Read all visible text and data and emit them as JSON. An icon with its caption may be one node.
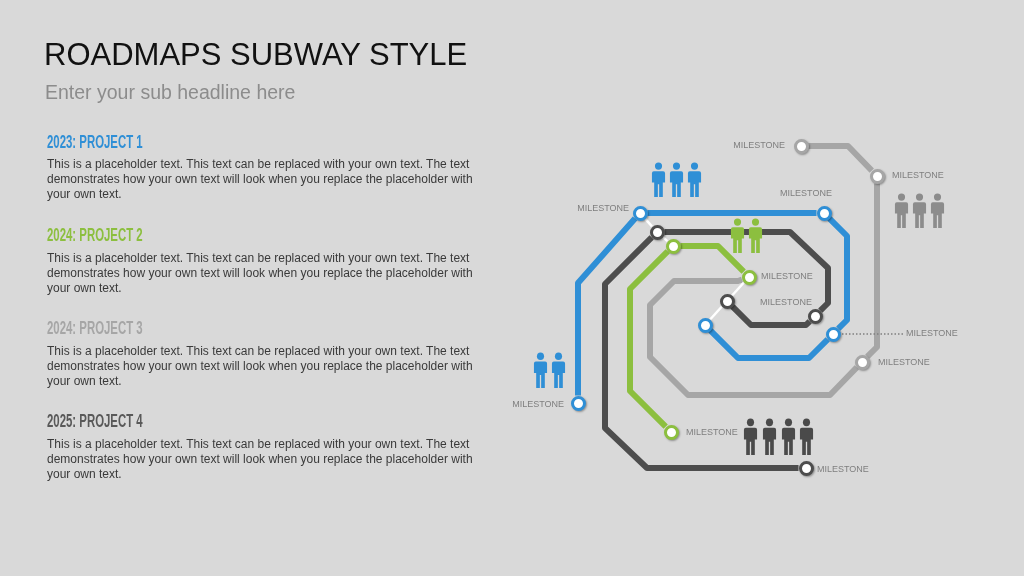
{
  "diagram": {
    "title": "ROADMAPS SUBWAY STYLE",
    "nodes": [
      {
        "text": [],
        "shape": "circle",
        "beside": [
          "MILESTONE"
        ]
      },
      {
        "text": [],
        "shape": "circle",
        "beside": [
          "MILESTONE"
        ]
      },
      {
        "text": [],
        "shape": "circle",
        "beside": [
          "MILESTONE"
        ]
      },
      {
        "text": [],
        "shape": "circle",
        "beside": [
          "MILESTONE"
        ]
      },
      {
        "text": [],
        "shape": "circle"
      },
      {
        "text": [],
        "shape": "circle"
      },
      {
        "text": [],
        "shape": "circle",
        "beside": [
          "MILESTONE"
        ]
      },
      {
        "text": [],
        "shape": "circle"
      },
      {
        "text": [],
        "shape": "circle",
        "beside": [
          "MILESTONE"
        ]
      },
      {
        "text": [],
        "shape": "circle"
      },
      {
        "text": [],
        "shape": "circle"
      },
      {
        "text": [
          "MILESTONE"
        ]
      },
      {
        "text": [],
        "shape": "circle",
        "beside": [
          "MILESTONE"
        ]
      },
      {
        "text": [],
        "shape": "circle",
        "beside": [
          "MILESTONE"
        ]
      },
      {
        "text": [],
        "shape": "circle",
        "beside": [
          "MILESTONE"
        ]
      },
      {
        "text": [],
        "shape": "circle",
        "beside": [
          "MILESTONE"
        ]
      }
    ],
    "edges": [
      {
        "from": 13,
        "to": 3,
        "arrow": "none",
        "color": "#2f8fd6"
      },
      {
        "from": 3,
        "to": 2,
        "arrow": "none",
        "color": "#2f8fd6"
      },
      {
        "from": 2,
        "to": 10,
        "arrow": "none",
        "color": "#2f8fd6"
      },
      {
        "from": 10,
        "to": 9,
        "arrow": "none",
        "color": "#2f8fd6"
      },
      {
        "from": 15,
        "to": 4,
        "arrow": "none",
        "color": "#4d4d4d"
      },
      {
        "from": 4,
        "to": 8,
        "arrow": "none",
        "color": "#4d4d4d"
      },
      {
        "from": 8,
        "to": 7,
        "arrow": "none",
        "color": "#4d4d4d"
      },
      {
        "from": 14,
        "to": 5,
        "arrow": "none",
        "color": "#8cbf3f"
      },
      {
        "from": 5,
        "to": 6,
        "arrow": "none",
        "color": "#8cbf3f"
      },
      {
        "from": 0,
        "to": 1,
        "arrow": "none",
        "color": "#a6a6a6"
      },
      {
        "from": 1,
        "to": 12,
        "arrow": "none",
        "color": "#a6a6a6"
      },
      {
        "from": 12,
        "to": 6,
        "arrow": "none",
        "color": "#a6a6a6"
      },
      {
        "from": 3,
        "to": 4,
        "arrow": "none",
        "color": "#ffffff"
      },
      {
        "from": 4,
        "to": 5,
        "arrow": "none",
        "color": "#ffffff"
      },
      {
        "from": 6,
        "to": 7,
        "arrow": "none",
        "color": "#ffffff"
      },
      {
        "from": 7,
        "to": 9,
        "arrow": "none",
        "color": "#ffffff"
      },
      {
        "from": 11,
        "to": 10,
        "arrow": "none",
        "style": "dashed",
        "color": "#7f7f7f"
      }
    ],
    "labels": [
      "Enter your sub headline here",
      "2023: PROJECT 1",
      "This is a placeholder text. This text can be replaced with your own text. The text demonstrates how your own text will look when you replace the placeholder with your own text.",
      "2024: PROJECT 2",
      "This is a placeholder text. This text can be replaced with your own text. The text demonstrates how your own text will look when you replace the placeholder with your own text.",
      "2024: PROJECT 3",
      "This is a placeholder text. This text can be replaced with your own text. The text demonstrates how your own text will look when you replace the placeholder with your own text.",
      "2025: PROJECT 4",
      "This is a placeholder text. This text can be replaced with your own text. The text demonstrates how your own text will look when you replace the placeholder with your own text."
    ]
  }
}
